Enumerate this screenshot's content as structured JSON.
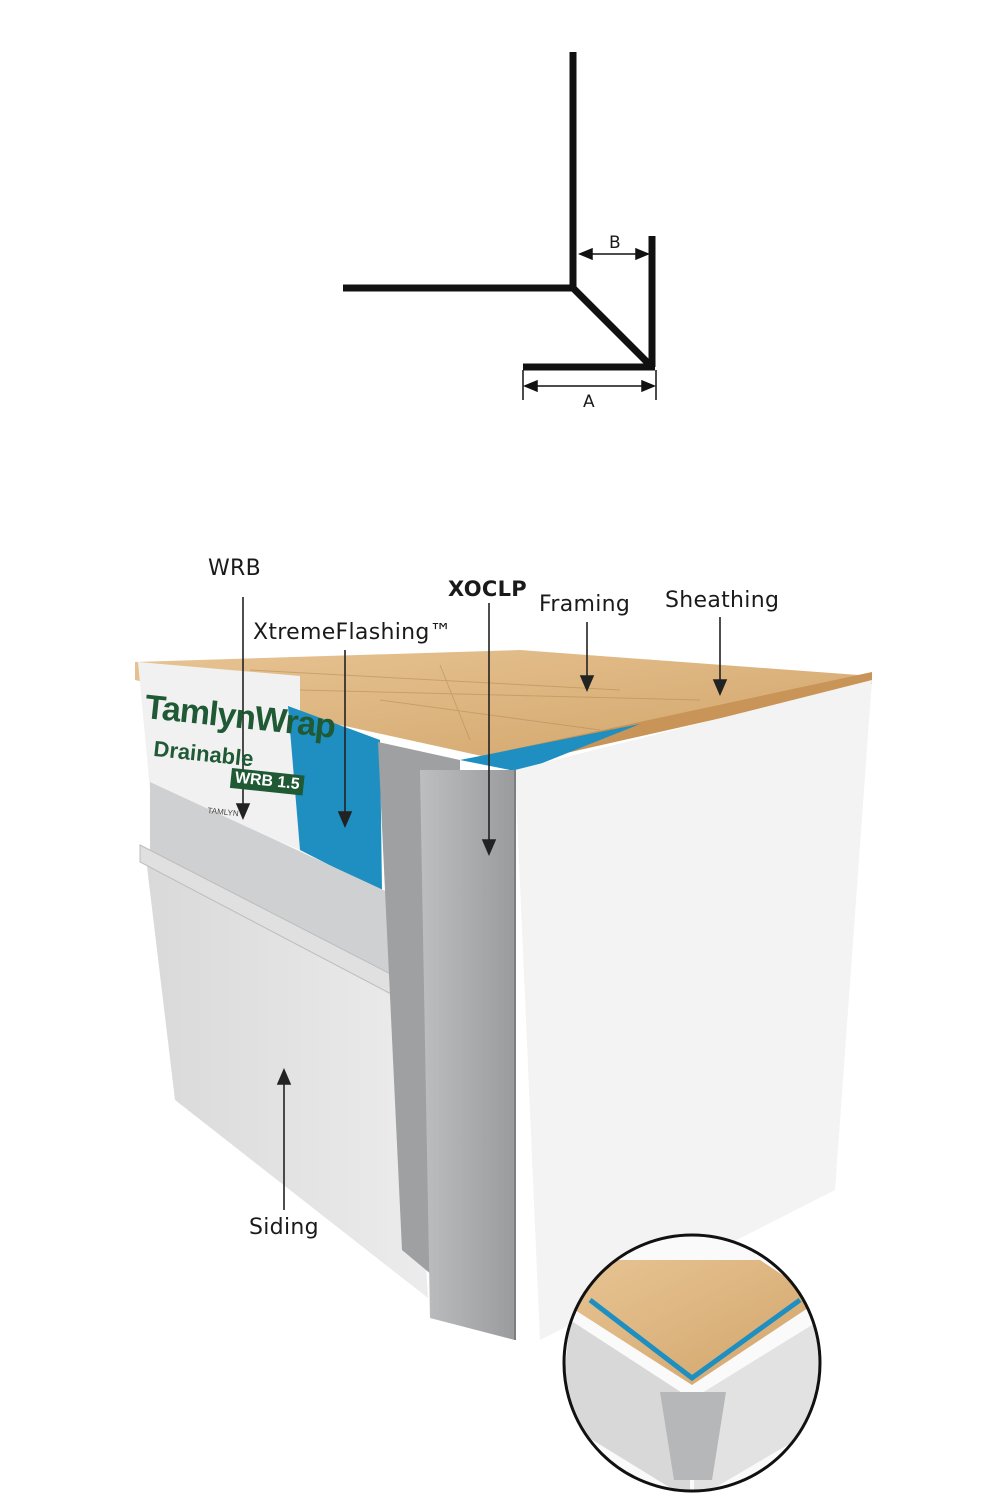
{
  "profile_drawing": {
    "dim_a": "A",
    "dim_b": "B"
  },
  "assembly_diagram": {
    "labels": {
      "wrb": "WRB",
      "xtreme_flashing": "XtremeFlashing™",
      "xoclp": "XOCLP",
      "framing": "Framing",
      "sheathing": "Sheathing",
      "siding": "Siding"
    },
    "wrap_print": {
      "brand": "TamlynWrap",
      "line2": "Drainable",
      "badge": "WRB 1.5",
      "logo": "TAMLYN"
    },
    "colors": {
      "flashing_blue": "#1e8fc0",
      "wood": "#dcb27a",
      "siding": "#eeeeee",
      "metal": "#a9aaac",
      "wrap_green": "#1f5a35"
    }
  }
}
